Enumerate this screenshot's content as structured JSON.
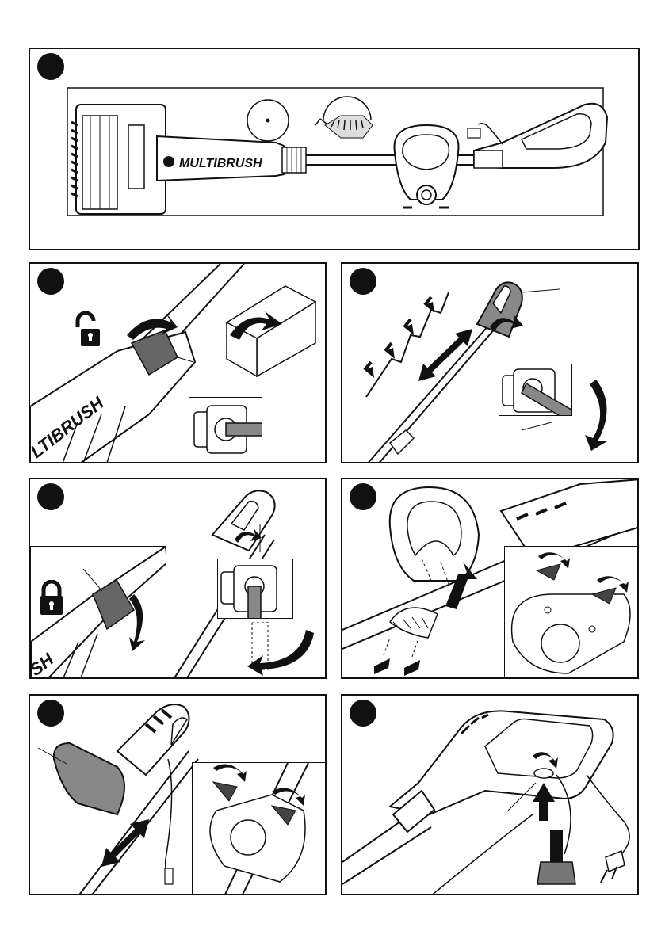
{
  "product": {
    "brand": "MULTIBRUSH",
    "brand_shaft": "LTIBRUSH",
    "brand_partial": "SH"
  },
  "colors": {
    "outline": "#111111",
    "grip_dark": "#555555",
    "grip_mid": "#8a8a8a",
    "fill_light": "#ffffff"
  },
  "icons": [
    "unlock-padlock-icon",
    "lock-padlock-icon",
    "rotate-arrow-icon",
    "double-arrow-icon",
    "push-arrow-icon",
    "plug-icon"
  ]
}
